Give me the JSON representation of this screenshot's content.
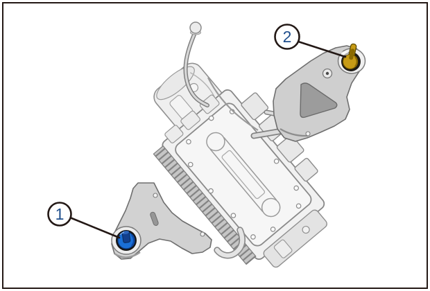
{
  "figure": {
    "background": "#ffffff",
    "border_color": "#231815",
    "illustration": "drive-unit-assembly-with-mount-bushings",
    "callout_style": {
      "circle_fill": "#ffffff",
      "circle_stroke": "#231815",
      "number_color": "#1f4e8c"
    },
    "callouts": [
      {
        "label": "1",
        "target": "blue-mount-bushing",
        "accent_color": "#1a6fd6",
        "accent_dark": "#123f8c"
      },
      {
        "label": "2",
        "target": "yellow-mount-stud-bushing",
        "accent_color": "#c79b16",
        "accent_dark": "#8a6a00"
      }
    ],
    "palette": {
      "body": "#f1f1f1",
      "cover": "#f6f6f6",
      "bracket": "#cfcfcf",
      "outline": "#8a8a8a",
      "recess": "#9c9c9c"
    }
  }
}
